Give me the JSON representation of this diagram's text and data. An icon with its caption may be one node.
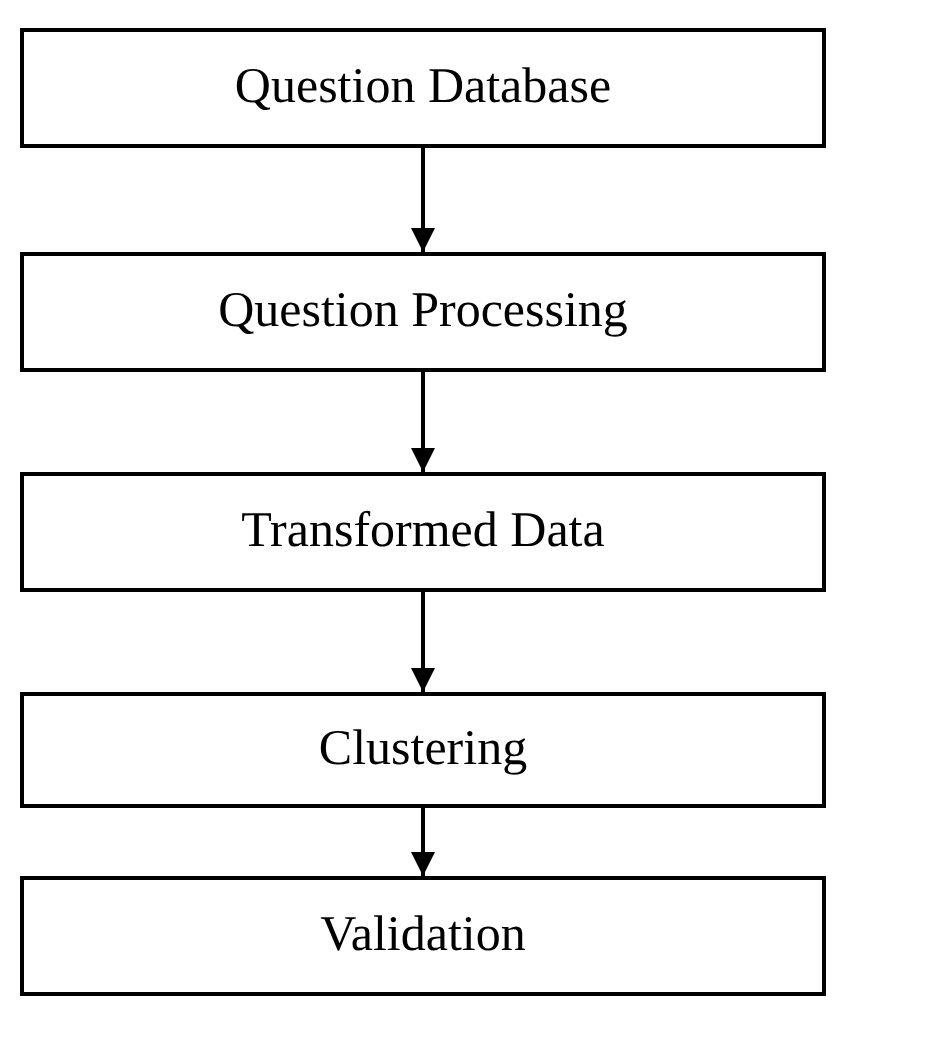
{
  "diagram": {
    "nodes": [
      {
        "text": [
          "Question Database"
        ]
      },
      {
        "text": [
          "Question Processing"
        ]
      },
      {
        "text": [
          "Transformed Data"
        ]
      },
      {
        "text": [
          "Clustering"
        ]
      },
      {
        "text": [
          "Validation"
        ]
      }
    ],
    "edges": [
      {
        "from": 0,
        "to": 1,
        "arrow": "to"
      },
      {
        "from": 1,
        "to": 2,
        "arrow": "to"
      },
      {
        "from": 2,
        "to": 3,
        "arrow": "to"
      },
      {
        "from": 3,
        "to": 4,
        "arrow": "to"
      }
    ]
  }
}
